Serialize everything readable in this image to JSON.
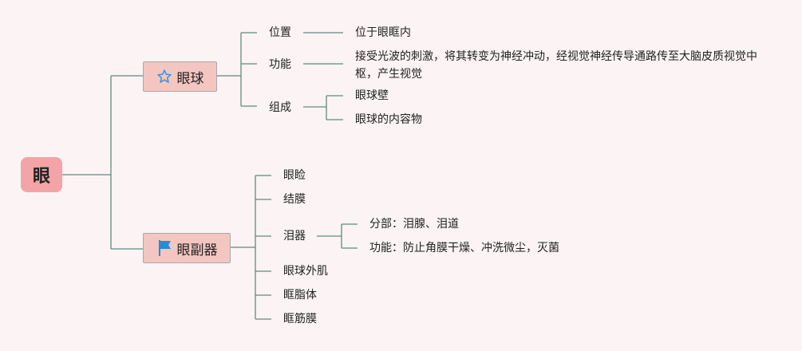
{
  "root": {
    "label": "眼"
  },
  "eyeball": {
    "label": "眼球",
    "icon": "star-outline-icon",
    "position_label": "位置",
    "position_value": "位于眼眶内",
    "function_label": "功能",
    "function_value": "接受光波的刺激，将其转变为神经冲动，经视觉神经传导通路传至大脑皮质视觉中枢，产生视觉",
    "composition_label": "组成",
    "composition_items": [
      "眼球壁",
      "眼球的内容物"
    ]
  },
  "adnexa": {
    "label": "眼副器",
    "icon": "blue-flag-icon",
    "eyelid": "眼睑",
    "conjunctiva": "结膜",
    "lacrimal": {
      "label": "泪器",
      "parts": "分部：泪腺、泪道",
      "function": "功能：防止角膜干燥、冲洗微尘，灭菌"
    },
    "extraocular_muscles": "眼球外肌",
    "orbital_fat": "眶脂体",
    "orbital_fascia": "眶筋膜"
  },
  "colors": {
    "background": "#fbf3f4",
    "root_fill": "#f4a4a6",
    "branch_fill": "#f3c6c2",
    "connector": "#5c8c7f",
    "star": "#3d8fd8",
    "flag": "#2a8ad6"
  }
}
